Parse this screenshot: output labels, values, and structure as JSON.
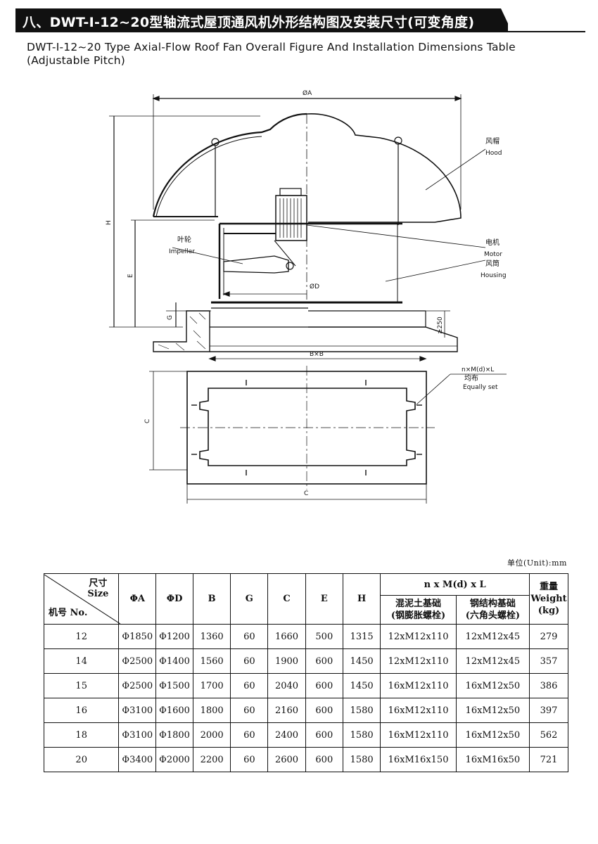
{
  "title": "八、DWT-I-12~20型轴流式屋顶通风机外形结构图及安装尺寸(可变角度)",
  "subtitle_line1": "DWT-I-12~20 Type Axial-Flow Roof Fan Overall Figure And Installation Dimensions Table",
  "subtitle_line2": "(Adjustable Pitch)",
  "drawing": {
    "dim_A": "ØA",
    "dim_H": "H",
    "dim_E": "E",
    "dim_G": "G",
    "dim_D": "ØD",
    "dim_250": "≥250",
    "dim_BxB": "B×B",
    "dim_C_side": "C",
    "dim_C_bottom": "C",
    "hood_cn": "风帽",
    "hood_en": "Hood",
    "impeller_cn": "叶轮",
    "impeller_en": "Impeller",
    "motor_cn": "电机",
    "motor_en": "Motor",
    "housing_cn": "风筒",
    "housing_en": "Housing",
    "bolts_label": "n×M(d)×L",
    "equally_cn": "均布",
    "equally_en": "Equally set"
  },
  "unit_note": "单位(Unit):mm",
  "table": {
    "header_size": "尺寸",
    "header_size_en": "Size",
    "header_model": "机号 No.",
    "col_A": "ΦA",
    "col_D": "ΦD",
    "col_B": "B",
    "col_G": "G",
    "col_C": "C",
    "col_E": "E",
    "col_H": "H",
    "col_bolts": "n x M(d) x L",
    "col_concrete_l1": "混泥土基础",
    "col_concrete_l2": "(钢膨胀螺栓)",
    "col_steel_l1": "钢结构基础",
    "col_steel_l2": "(六角头螺栓)",
    "col_weight_cn": "重量",
    "col_weight_en": "Weight",
    "col_weight_unit": "(kg)",
    "rows": [
      {
        "no": "12",
        "A": "Φ1850",
        "D": "Φ1200",
        "B": "1360",
        "G": "60",
        "C": "1660",
        "E": "500",
        "H": "1315",
        "concrete": "12xM12x110",
        "steel": "12xM12x45",
        "weight": "279"
      },
      {
        "no": "14",
        "A": "Φ2500",
        "D": "Φ1400",
        "B": "1560",
        "G": "60",
        "C": "1900",
        "E": "600",
        "H": "1450",
        "concrete": "12xM12x110",
        "steel": "12xM12x45",
        "weight": "357"
      },
      {
        "no": "15",
        "A": "Φ2500",
        "D": "Φ1500",
        "B": "1700",
        "G": "60",
        "C": "2040",
        "E": "600",
        "H": "1450",
        "concrete": "16xM12x110",
        "steel": "16xM12x50",
        "weight": "386"
      },
      {
        "no": "16",
        "A": "Φ3100",
        "D": "Φ1600",
        "B": "1800",
        "G": "60",
        "C": "2160",
        "E": "600",
        "H": "1580",
        "concrete": "16xM12x110",
        "steel": "16xM12x50",
        "weight": "397"
      },
      {
        "no": "18",
        "A": "Φ3100",
        "D": "Φ1800",
        "B": "2000",
        "G": "60",
        "C": "2400",
        "E": "600",
        "H": "1580",
        "concrete": "16xM12x110",
        "steel": "16xM12x50",
        "weight": "562"
      },
      {
        "no": "20",
        "A": "Φ3400",
        "D": "Φ2000",
        "B": "2200",
        "G": "60",
        "C": "2600",
        "E": "600",
        "H": "1580",
        "concrete": "16xM16x150",
        "steel": "16xM16x50",
        "weight": "721"
      }
    ]
  }
}
